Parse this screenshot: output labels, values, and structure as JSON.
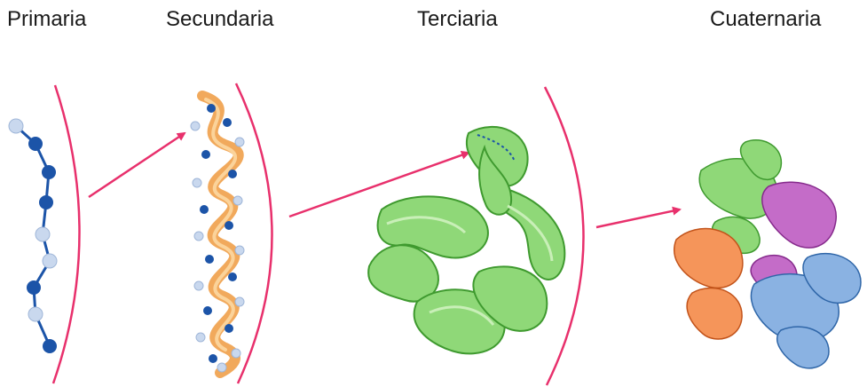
{
  "labels": {
    "primary": "Primaria",
    "secondary": "Secundaria",
    "tertiary": "Terciaria",
    "quaternary": "Cuaternaria"
  },
  "colors": {
    "bracket": "#e8306c",
    "arrow": "#e8306c",
    "bead_dark": "#1c54a8",
    "bead_light": "#c9d8ee",
    "helix_orange": "#f0a04a",
    "ribbon_green": "#7fcf6a",
    "ribbon_purple": "#b24fb8",
    "ribbon_blue": "#5a8fd0",
    "ribbon_orange": "#f07a3a"
  }
}
